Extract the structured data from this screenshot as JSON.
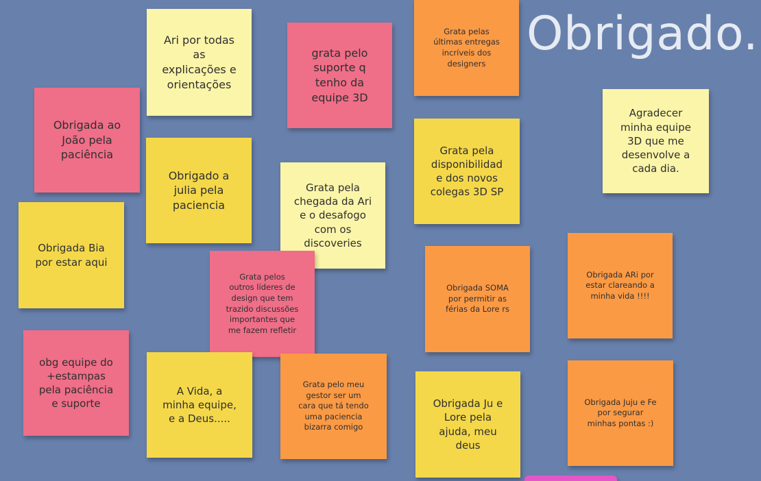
{
  "board": {
    "title": "Obrigado.",
    "colors": {
      "background": "#6880ac",
      "pink": "#ef6e88",
      "yellow": "#f4d84a",
      "light_yellow": "#fbf5a9",
      "orange": "#fb9a45",
      "magenta": "#e457c8"
    },
    "notes": [
      {
        "text": "Obrigada ao\nJoão pela\npaciência",
        "color": "pink"
      },
      {
        "text": "Ari por todas\nas\nexplicações e\norientações",
        "color": "light_yellow"
      },
      {
        "text": "grata pelo\nsuporte q\ntenho da\nequipe 3D",
        "color": "pink"
      },
      {
        "text": "Grata pelas\núltimas entregas\nincríveis dos\ndesigners",
        "color": "orange"
      },
      {
        "text": "Agradecer\nminha equipe\n3D que me\ndesenvolve a\ncada dia.",
        "color": "light_yellow"
      },
      {
        "text": "Obrigado a\njulia pela\npaciencia",
        "color": "yellow"
      },
      {
        "text": "Grata pela\nchegada da Ari\ne o desafogo\ncom os\ndiscoveries",
        "color": "light_yellow"
      },
      {
        "text": "Grata pela\ndisponibilidad\ne dos novos\ncolegas 3D SP",
        "color": "yellow"
      },
      {
        "text": "Obrigada Bia\npor estar aqui",
        "color": "yellow"
      },
      {
        "text": "Grata pelos\noutros líderes de\ndesign que tem\ntrazido discussões\nimportantes que\nme fazem refletir",
        "color": "pink"
      },
      {
        "text": "Obrigada SOMA\npor permitir as\nférias da Lore rs",
        "color": "orange"
      },
      {
        "text": "Obrigada ARi por\nestar clareando a\nminha vida !!!!",
        "color": "orange"
      },
      {
        "text": "obg equipe do\n+estampas\npela paciência\ne suporte",
        "color": "pink"
      },
      {
        "text": "A Vida, a\nminha equipe,\ne a Deus.....",
        "color": "yellow"
      },
      {
        "text": "Grata pelo meu\ngestor ser um\ncara que tá tendo\numa paciencia\nbizarra comigo",
        "color": "orange"
      },
      {
        "text": "Obrigada Ju e\nLore pela\najuda, meu\ndeus",
        "color": "yellow"
      },
      {
        "text": "Obrigada Juju e Fe\npor segurar\nminhas pontas :)",
        "color": "orange"
      },
      {
        "text": "",
        "color": "magenta"
      }
    ]
  }
}
